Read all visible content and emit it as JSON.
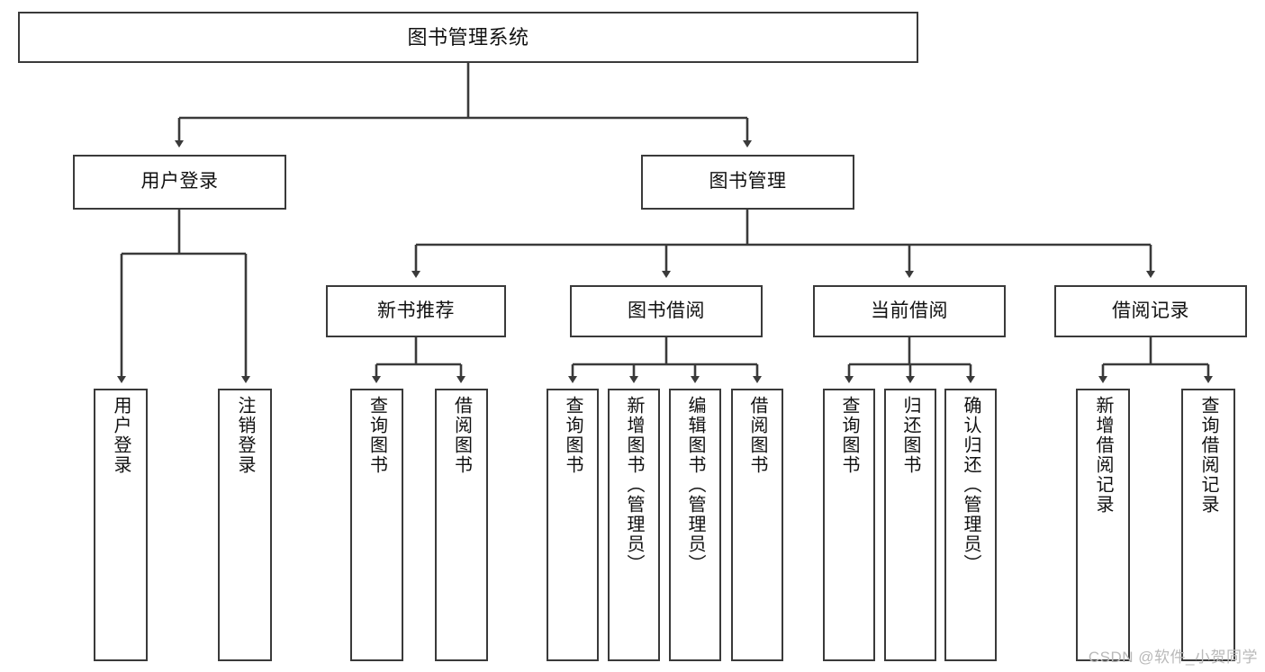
{
  "diagram": {
    "type": "tree-hierarchy",
    "title": "图书管理系统",
    "style": {
      "border_color": "#3a3a3a",
      "background": "#ffffff",
      "text_color": "#111111",
      "watermark_color": "#b9b9b9"
    }
  },
  "root": {
    "label": "图书管理系统"
  },
  "level2": [
    {
      "label": "用户登录"
    },
    {
      "label": "图书管理"
    }
  ],
  "level3": [
    {
      "label": "新书推荐"
    },
    {
      "label": "图书借阅"
    },
    {
      "label": "当前借阅"
    },
    {
      "label": "借阅记录"
    }
  ],
  "leaves": {
    "user_login": [
      {
        "label": "用户登录"
      },
      {
        "label": "注销登录"
      }
    ],
    "new_book": [
      {
        "label": "查询图书"
      },
      {
        "label": "借阅图书"
      }
    ],
    "book_borrow": [
      {
        "label": "查询图书"
      },
      {
        "label": "新增图书（管理员）"
      },
      {
        "label": "编辑图书（管理员）"
      },
      {
        "label": "借阅图书"
      }
    ],
    "current_borrow": [
      {
        "label": "查询图书"
      },
      {
        "label": "归还图书"
      },
      {
        "label": "确认归还（管理员）"
      }
    ],
    "borrow_record": [
      {
        "label": "新增借阅记录"
      },
      {
        "label": "查询借阅记录"
      }
    ]
  },
  "watermark": {
    "text": "CSDN @软件_小贺同学"
  }
}
